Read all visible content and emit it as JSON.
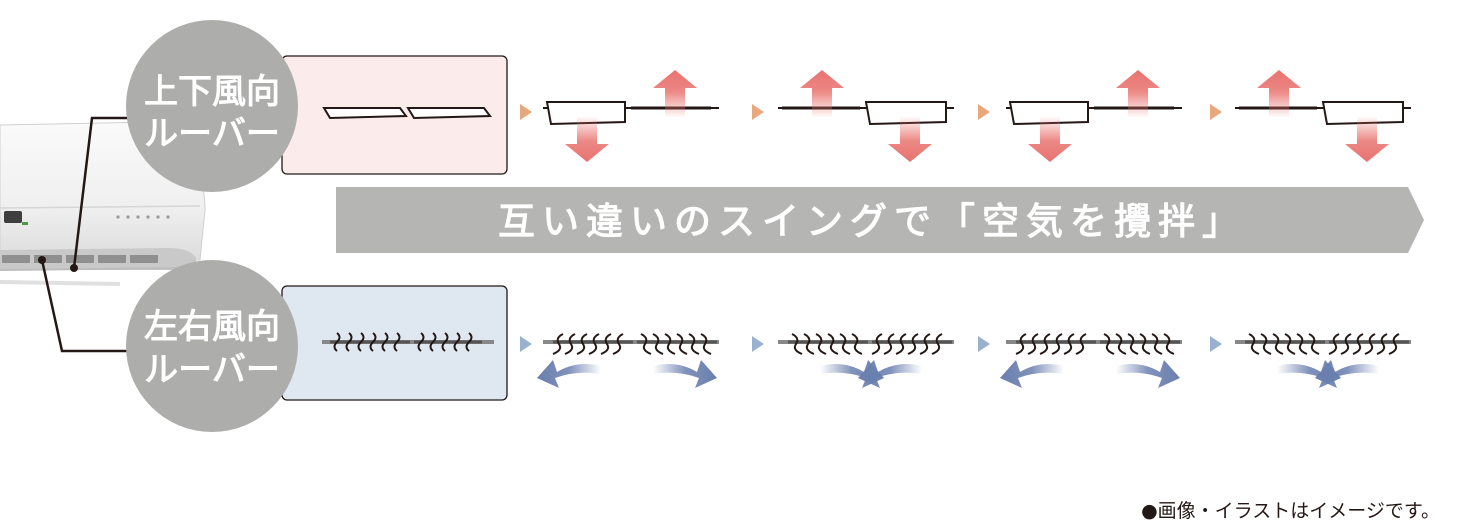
{
  "top_badge": {
    "line1": "上下風向",
    "line2": "ルーバー"
  },
  "bottom_badge": {
    "line1": "左右風向",
    "line2": "ルーバー"
  },
  "banner": {
    "text": "互い違いのスイングで「空気を攪拌」"
  },
  "note": {
    "text": "●画像・イラストはイメージです。"
  },
  "colors": {
    "badge_gray": "#adadac",
    "banner_gray": "#b5b5b4",
    "top_panel_fill": "#fbeceb",
    "bottom_panel_fill": "#dfe7f1",
    "up_down_arrow": "#e8736f",
    "left_right_arrow": "#6a7fae",
    "top_step_marker": "#e9a77e",
    "bottom_step_marker": "#9bb1d0",
    "line_dark": "#231815"
  },
  "icons": {
    "horizontal_louver": "horizontal-louver-icon",
    "vertical_louver": "vertical-louver-icon",
    "airflow_arrow": "airflow-arrow-icon",
    "step_marker": "triangle-right-icon"
  },
  "diagram": {
    "top_sequence": [
      {
        "left_blade": "flat",
        "right_blade": "flat"
      },
      {
        "left_blade": "down",
        "right_blade": "up"
      },
      {
        "left_blade": "up",
        "right_blade": "down"
      },
      {
        "left_blade": "down",
        "right_blade": "up"
      },
      {
        "left_blade": "up",
        "right_blade": "down"
      }
    ],
    "bottom_sequence": [
      {
        "left_group": "center",
        "right_group": "center"
      },
      {
        "left_group": "left",
        "right_group": "right"
      },
      {
        "left_group": "right",
        "right_group": "left"
      },
      {
        "left_group": "left",
        "right_group": "right"
      },
      {
        "left_group": "right",
        "right_group": "left"
      }
    ]
  }
}
